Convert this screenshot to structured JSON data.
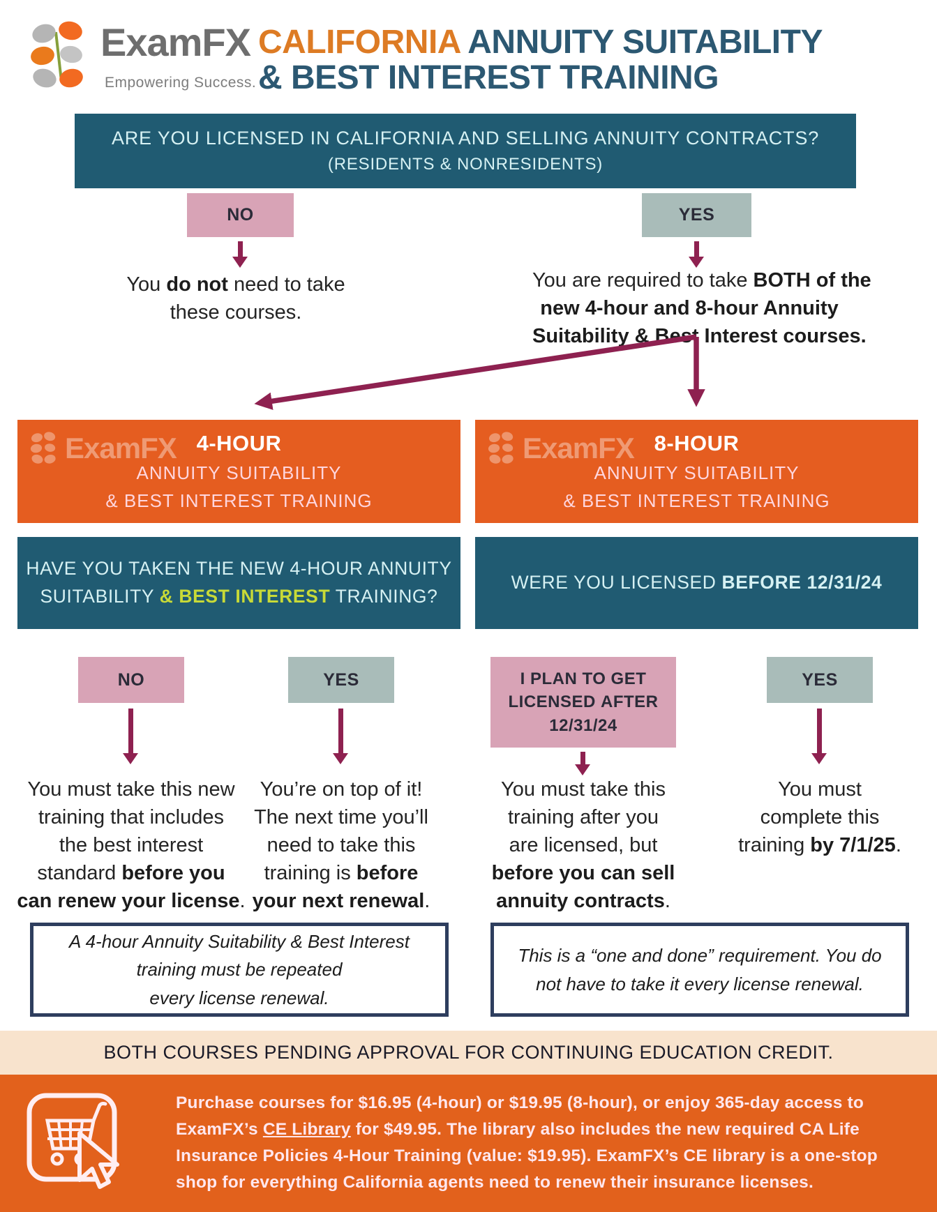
{
  "brand": {
    "name": "ExamFX",
    "tagline": "Empowering Success."
  },
  "title": {
    "highlight": "CALIFORNIA",
    "line1_rest": " ANNUITY SUITABILITY",
    "line2": "& BEST INTEREST TRAINING"
  },
  "colors": {
    "teal": "#205b72",
    "orange_box": "#e55d20",
    "footer_orange": "#e2611c",
    "pink": "#d8a3b6",
    "gray": "#a9bcb9",
    "arrow_maroon": "#8e2150",
    "green_highlight": "#c8da37",
    "peach": "#f8e3cd",
    "title_orange": "#dd7b24",
    "title_navy": "#2c5872"
  },
  "root": {
    "question_line1": "ARE YOU LICENSED IN CALIFORNIA AND SELLING ANNUITY CONTRACTS?",
    "question_line2": "(RESIDENTS & NONRESIDENTS)",
    "no_label": "NO",
    "yes_label": "YES",
    "no_result": [
      {
        "t": "You "
      },
      {
        "t": "do not",
        "b": 1
      },
      {
        "t": " need to take"
      },
      {
        "br": 1
      },
      {
        "t": "these courses."
      }
    ],
    "yes_result": [
      {
        "t": "You are required to take "
      },
      {
        "t": "BOTH of the",
        "b": 1
      },
      {
        "br": 1
      },
      {
        "t": "new 4-hour and 8-hour Annuity",
        "b": 1
      },
      {
        "br": 1
      },
      {
        "t": "Suitability & Best Interest courses.",
        "b": 1
      }
    ]
  },
  "course4": {
    "hours": "4-HOUR",
    "subtitle1": "ANNUITY SUITABILITY",
    "subtitle2": "& BEST INTEREST TRAINING",
    "question": [
      {
        "t": "HAVE YOU TAKEN THE NEW 4-HOUR ANNUITY"
      },
      {
        "br": 1
      },
      {
        "t": "SUITABILITY "
      },
      {
        "t": "& BEST INTEREST",
        "c": "green"
      },
      {
        "t": " TRAINING?"
      }
    ],
    "no_label": "NO",
    "yes_label": "YES",
    "no_result": [
      {
        "t": "You must take this new"
      },
      {
        "br": 1
      },
      {
        "t": "training that includes"
      },
      {
        "br": 1
      },
      {
        "t": "the best interest"
      },
      {
        "br": 1
      },
      {
        "t": "standard "
      },
      {
        "t": "before you",
        "b": 1
      },
      {
        "br": 1
      },
      {
        "t": "can renew your license",
        "b": 1
      },
      {
        "t": "."
      }
    ],
    "yes_result": [
      {
        "t": "You’re on top of it!"
      },
      {
        "br": 1
      },
      {
        "t": "The next time you’ll"
      },
      {
        "br": 1
      },
      {
        "t": "need to take this"
      },
      {
        "br": 1
      },
      {
        "t": "training is "
      },
      {
        "t": "before",
        "b": 1
      },
      {
        "br": 1
      },
      {
        "t": "your next renewal",
        "b": 1
      },
      {
        "t": "."
      }
    ],
    "note": [
      {
        "t": "A 4-hour Annuity Suitability & Best Interest"
      },
      {
        "br": 1
      },
      {
        "t": "training must be repeated"
      },
      {
        "br": 1
      },
      {
        "t": "every license renewal."
      }
    ]
  },
  "course8": {
    "hours": "8-HOUR",
    "subtitle1": "ANNUITY SUITABILITY",
    "subtitle2": "& BEST INTEREST TRAINING",
    "question": [
      {
        "t": "WERE YOU LICENSED "
      },
      {
        "t": "BEFORE 12/31/24",
        "b": 1
      }
    ],
    "plan_label": [
      {
        "t": "I PLAN TO GET"
      },
      {
        "br": 1
      },
      {
        "t": "LICENSED "
      },
      {
        "t": "AFTER",
        "b": 1
      },
      {
        "br": 1
      },
      {
        "t": "12/31/24",
        "b": 1
      }
    ],
    "yes_label": "YES",
    "plan_result": [
      {
        "t": "You must take this"
      },
      {
        "br": 1
      },
      {
        "t": "training after you"
      },
      {
        "br": 1
      },
      {
        "t": "are licensed, but"
      },
      {
        "br": 1
      },
      {
        "t": "before you can sell",
        "b": 1
      },
      {
        "br": 1
      },
      {
        "t": "annuity contracts",
        "b": 1
      },
      {
        "t": "."
      }
    ],
    "yes_result": [
      {
        "t": "You must"
      },
      {
        "br": 1
      },
      {
        "t": "complete this"
      },
      {
        "br": 1
      },
      {
        "t": "training "
      },
      {
        "t": "by 7/1/25",
        "b": 1
      },
      {
        "t": "."
      }
    ],
    "note": [
      {
        "t": "This is a “one and done” requirement. You do"
      },
      {
        "br": 1
      },
      {
        "t": "not have to take it every license renewal."
      }
    ]
  },
  "pending_banner": "BOTH COURSES PENDING APPROVAL FOR CONTINUING EDUCATION CREDIT.",
  "footer": {
    "text": [
      {
        "t": "Purchase courses for $16.95 (4-hour) or $19.95 (8-hour), or enjoy 365-day access to"
      },
      {
        "br": 1
      },
      {
        "t": "ExamFX’s "
      },
      {
        "t": "CE Library",
        "u": 1,
        "name": "ce-library-link",
        "inter": true
      },
      {
        "t": " for $49.95. The library also includes the new required CA Life"
      },
      {
        "br": 1
      },
      {
        "t": "Insurance Policies 4-Hour Training (value: $19.95). ExamFX’s CE library is a one-stop"
      },
      {
        "br": 1
      },
      {
        "t": "shop for everything California agents need to renew their insurance licenses."
      }
    ]
  }
}
